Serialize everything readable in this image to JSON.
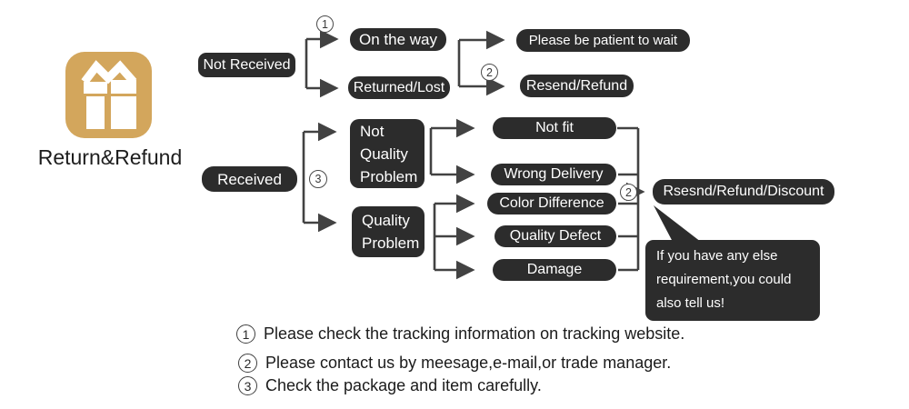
{
  "brand": {
    "icon": "gift-icon",
    "title": "Return&Refund"
  },
  "colors": {
    "node_bg": "#2C2C2C",
    "node_text": "#FFFFFF",
    "connector": "#424242",
    "brand_gold": "#D3A65C",
    "page_bg": "#FFFFFF",
    "body_text": "#1B1B1B"
  },
  "flow": {
    "not_received": "Not Received",
    "on_the_way": "On the way",
    "returned_lost": "Returned/Lost",
    "please_wait": "Please be patient to wait",
    "resend_refund": "Resend/Refund",
    "received": "Received",
    "not_quality_problem_lines": [
      "Not",
      "Quality",
      "Problem"
    ],
    "quality_problem_lines": [
      "Quality",
      "Problem"
    ],
    "not_fit": "Not fit",
    "wrong_delivery": "Wrong Delivery",
    "color_difference": "Color Difference",
    "quality_defect": "Quality Defect",
    "damage": "Damage",
    "resolution": "Rsesnd/Refund/Discount"
  },
  "markers": {
    "tracking": "1",
    "contact_top": "2",
    "package_check": "3",
    "contact_right": "2"
  },
  "bubble": {
    "lines": [
      "If you have any else",
      "requirement,you could",
      "also tell us!"
    ]
  },
  "footnotes": [
    {
      "num": "1",
      "text": "Please check the tracking information on tracking website."
    },
    {
      "num": "2",
      "text": "Please contact us by meesage,e-mail,or trade manager."
    },
    {
      "num": "3",
      "text": "Check the package and item carefully."
    }
  ]
}
